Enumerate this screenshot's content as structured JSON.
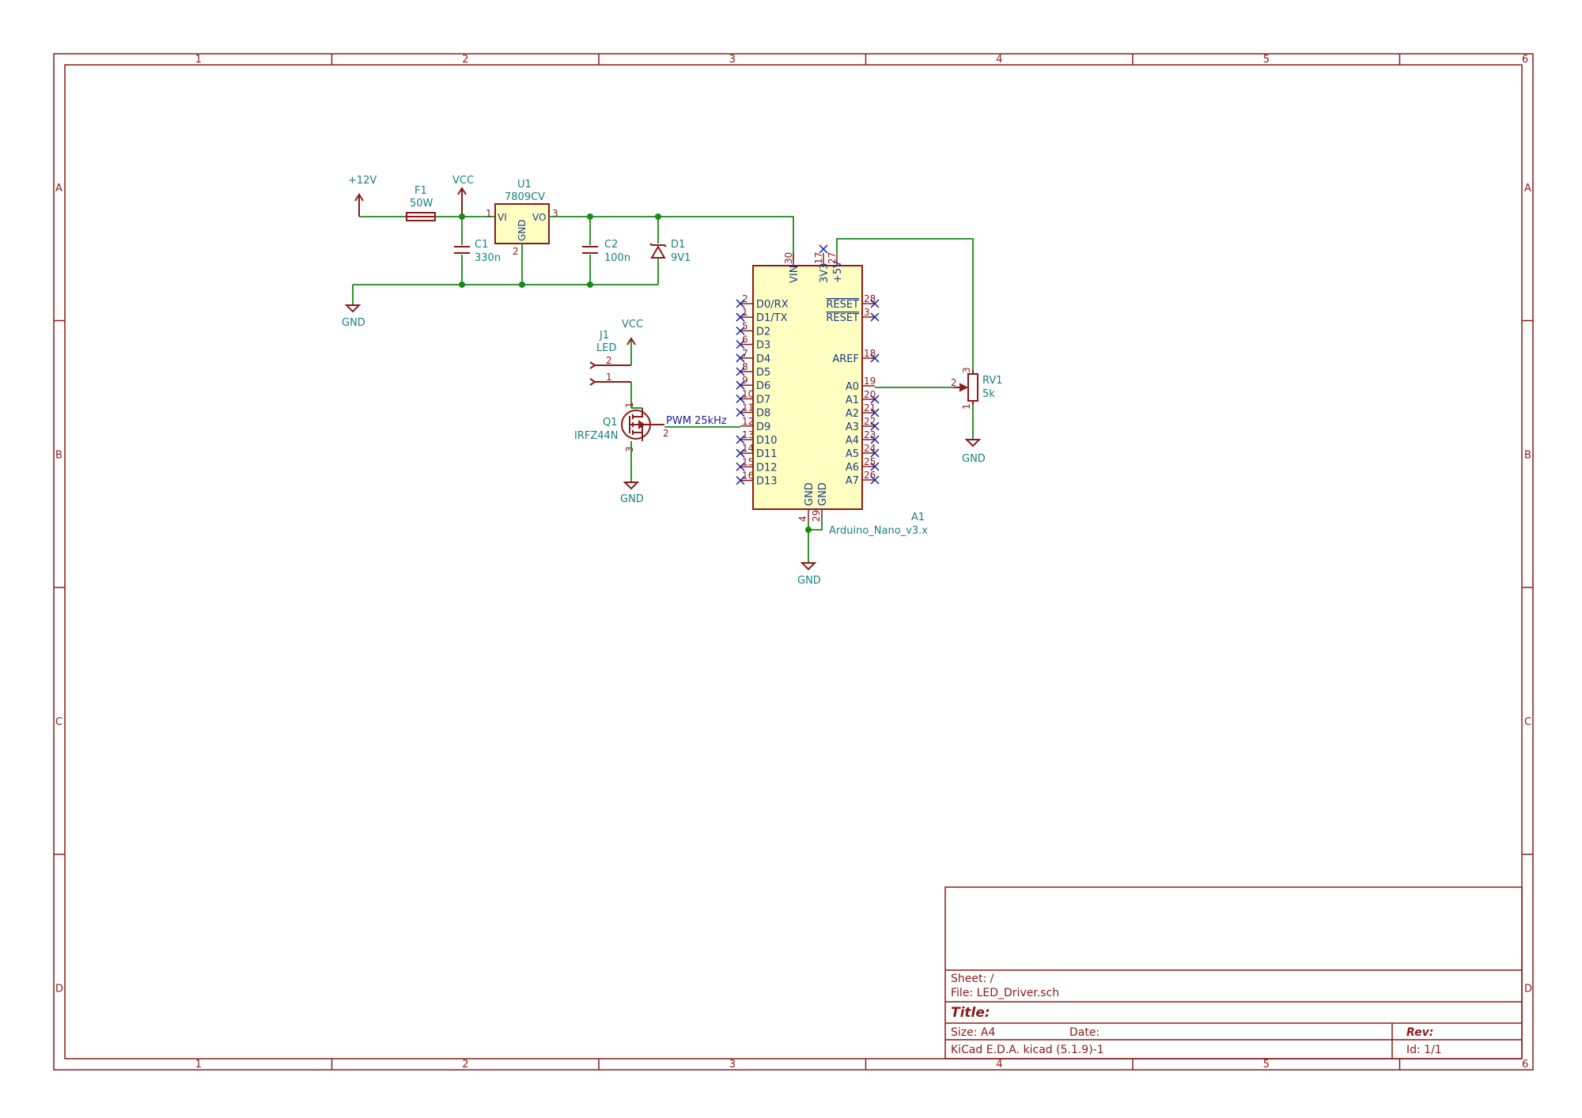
{
  "frame": {
    "columns": [
      "1",
      "2",
      "3",
      "4",
      "5",
      "6"
    ],
    "rows": [
      "A",
      "B",
      "C",
      "D"
    ]
  },
  "power": {
    "plus12v": "+12V",
    "vcc": "VCC",
    "gnd": "GND"
  },
  "components": {
    "f1": {
      "ref": "F1",
      "value": "50W"
    },
    "u1": {
      "ref": "U1",
      "value": "7809CV",
      "pin_vi": "VI",
      "pin_vo": "VO",
      "pin_gnd": "GND",
      "num_vi": "1",
      "num_vo": "3",
      "num_gnd": "2"
    },
    "c1": {
      "ref": "C1",
      "value": "330n"
    },
    "c2": {
      "ref": "C2",
      "value": "100n"
    },
    "d1": {
      "ref": "D1",
      "value": "9V1"
    },
    "j1": {
      "ref": "J1",
      "value": "LED",
      "pin2": "2",
      "pin1": "1"
    },
    "q1": {
      "ref": "Q1",
      "value": "IRFZ44N",
      "pin1": "1",
      "pin2": "2",
      "pin3": "3"
    },
    "rv1": {
      "ref": "RV1",
      "value": "5k",
      "pin1": "1",
      "pin2": "2",
      "pin3": "3"
    },
    "a1": {
      "ref": "A1",
      "value": "Arduino_Nano_v3.x"
    }
  },
  "arduino": {
    "top_pins": [
      {
        "num": "30",
        "name": "VIN"
      },
      {
        "num": "17",
        "name": "3V3"
      },
      {
        "num": "27",
        "name": "+5V"
      }
    ],
    "left_pins": [
      {
        "num": "2",
        "name": "D0/RX"
      },
      {
        "num": "1",
        "name": "D1/TX"
      },
      {
        "num": "5",
        "name": "D2"
      },
      {
        "num": "6",
        "name": "D3"
      },
      {
        "num": "7",
        "name": "D4"
      },
      {
        "num": "8",
        "name": "D5"
      },
      {
        "num": "9",
        "name": "D6"
      },
      {
        "num": "10",
        "name": "D7"
      },
      {
        "num": "11",
        "name": "D8"
      },
      {
        "num": "12",
        "name": "D9"
      },
      {
        "num": "13",
        "name": "D10"
      },
      {
        "num": "14",
        "name": "D11"
      },
      {
        "num": "15",
        "name": "D12"
      },
      {
        "num": "16",
        "name": "D13"
      }
    ],
    "right_pins": [
      {
        "num": "28",
        "name": "RESET"
      },
      {
        "num": "3",
        "name": "RESET"
      },
      {
        "num": "18",
        "name": "AREF"
      },
      {
        "num": "19",
        "name": "A0"
      },
      {
        "num": "20",
        "name": "A1"
      },
      {
        "num": "21",
        "name": "A2"
      },
      {
        "num": "22",
        "name": "A3"
      },
      {
        "num": "23",
        "name": "A4"
      },
      {
        "num": "24",
        "name": "A5"
      },
      {
        "num": "25",
        "name": "A6"
      },
      {
        "num": "26",
        "name": "A7"
      }
    ],
    "bottom_pins": [
      {
        "num": "4",
        "name": "GND"
      },
      {
        "num": "29",
        "name": "GND"
      }
    ]
  },
  "net_labels": {
    "pwm": "PWM 25kHz"
  },
  "title_block": {
    "sheet": "Sheet: /",
    "file": "File: LED_Driver.sch",
    "title": "Title:",
    "size": "Size: A4",
    "date": "Date:",
    "rev": "Rev:",
    "tool": "KiCad E.D.A.  kicad (5.1.9)-1",
    "id": "Id: 1/1"
  }
}
